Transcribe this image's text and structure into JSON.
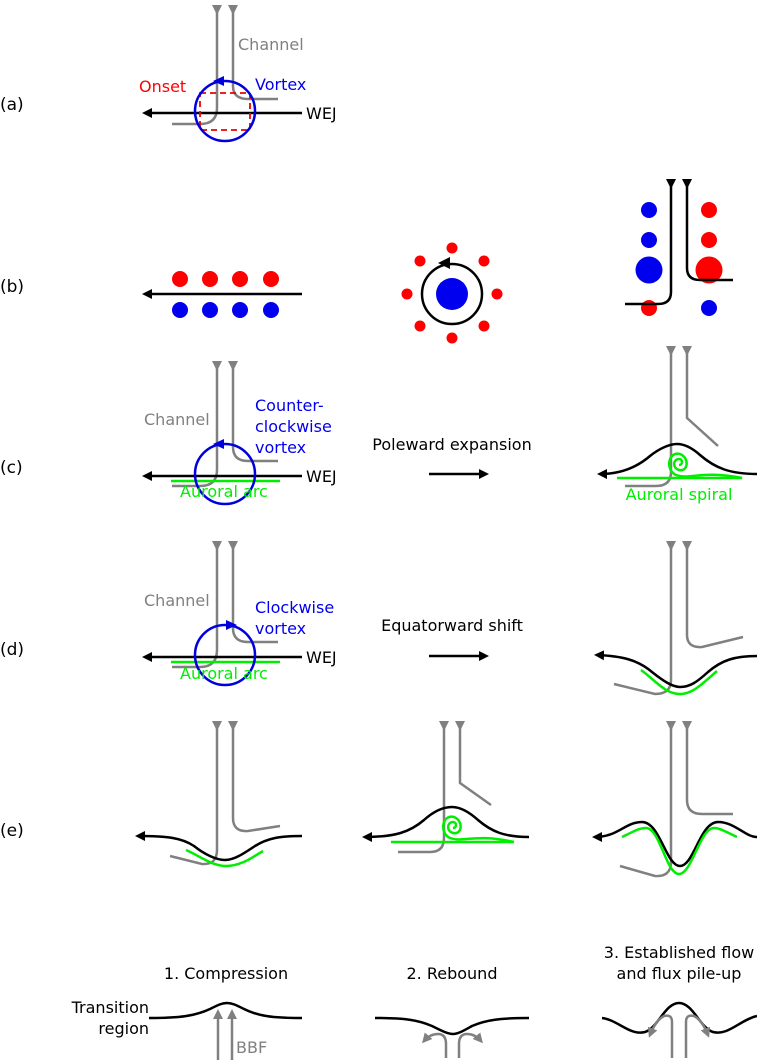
{
  "colors": {
    "wej": "#000000",
    "channel": "#808080",
    "vortex": "#0000dd",
    "onset": "#ee0000",
    "aurora": "#00ee00",
    "positive_charge": "#ff0000",
    "negative_charge": "#0000ee"
  },
  "rows": {
    "a": {
      "label": "(a)",
      "channel": "Channel",
      "onset": "Onset",
      "vortex": "Vortex",
      "wej": "WEJ"
    },
    "b": {
      "label": "(b)"
    },
    "c": {
      "label": "(c)",
      "channel": "Channel",
      "vortex_line1": "Counter-",
      "vortex_line2": "clockwise",
      "vortex_line3": "vortex",
      "wej": "WEJ",
      "arc": "Auroral arc",
      "transition": "Poleward expansion",
      "spiral": "Auroral spiral"
    },
    "d": {
      "label": "(d)",
      "channel": "Channel",
      "vortex_line1": "Clockwise",
      "vortex_line2": "vortex",
      "wej": "WEJ",
      "arc": "Auroral arc",
      "transition": "Equatorward shift"
    },
    "e": {
      "label": "(e)"
    }
  },
  "bottom": {
    "stage1": "1. Compression",
    "stage2": "2. Rebound",
    "stage3_line1": "3. Established flow",
    "stage3_line2": "and flux pile-up",
    "region_line1": "Transition",
    "region_line2": "region",
    "bbf": "BBF"
  }
}
